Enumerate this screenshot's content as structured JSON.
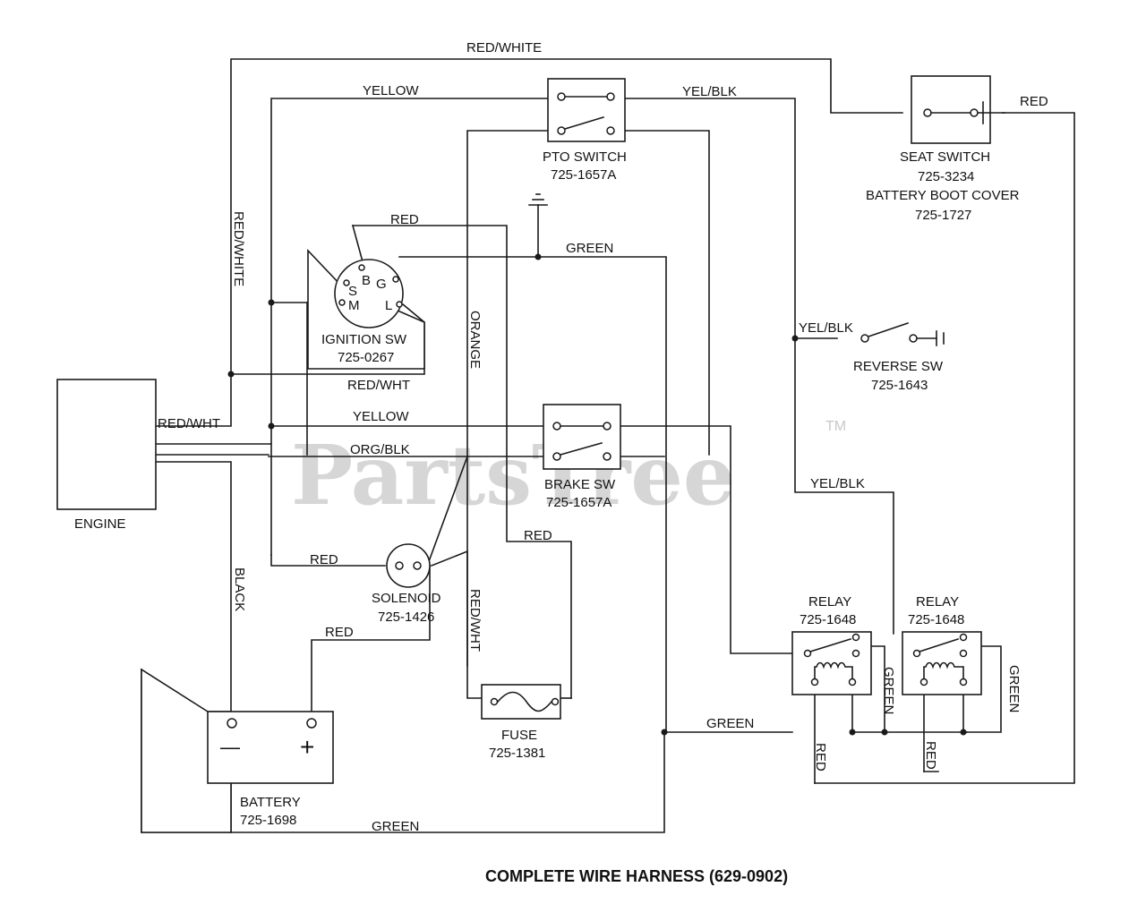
{
  "title": "COMPLETE WIRE HARNESS (629-0902)",
  "watermark": {
    "text": "PartsTree",
    "mark": "TM"
  },
  "components": {
    "engine": {
      "name": "ENGINE"
    },
    "pto_switch": {
      "name": "PTO SWITCH",
      "part": "725-1657A"
    },
    "seat_switch": {
      "name": "SEAT SWITCH",
      "part": "725-3234",
      "extra_name": "BATTERY BOOT COVER",
      "extra_part": "725-1727"
    },
    "ignition_switch": {
      "name": "IGNITION SW",
      "part": "725-0267",
      "terminals": [
        "B",
        "S",
        "G",
        "M",
        "L"
      ]
    },
    "reverse_switch": {
      "name": "REVERSE SW",
      "part": "725-1643"
    },
    "brake_switch": {
      "name": "BRAKE SW",
      "part": "725-1657A"
    },
    "solenoid": {
      "name": "SOLENOID",
      "part": "725-1426"
    },
    "relay_1": {
      "name": "RELAY",
      "part": "725-1648"
    },
    "relay_2": {
      "name": "RELAY",
      "part": "725-1648"
    },
    "fuse": {
      "name": "FUSE",
      "part": "725-1381"
    },
    "battery": {
      "name": "BATTERY",
      "part": "725-1698",
      "neg": "—",
      "pos": "+"
    }
  },
  "wires": {
    "red_white_top": "RED/WHITE",
    "yellow_top": "YELLOW",
    "yel_blk_top": "YEL/BLK",
    "red_seat": "RED",
    "red_white_vertical": "RED/WHITE",
    "red_ign": "RED",
    "green_top": "GREEN",
    "orange": "ORANGE",
    "yel_blk_reverse": "YEL/BLK",
    "red_wht_mid": "RED/WHT",
    "red_wht_engine": "RED/WHT",
    "yellow_mid": "YELLOW",
    "org_blk": "ORG/BLK",
    "yel_blk_relay": "YEL/BLK",
    "red_brake": "RED",
    "red_solenoid": "RED",
    "black": "BLACK",
    "red_wht_fuse": "RED/WHT",
    "red_battery": "RED",
    "green_relay1": "GREEN",
    "green_relay2": "GREEN",
    "green_mid": "GREEN",
    "red_relay1": "RED",
    "red_relay2": "RED",
    "green_bottom": "GREEN"
  }
}
